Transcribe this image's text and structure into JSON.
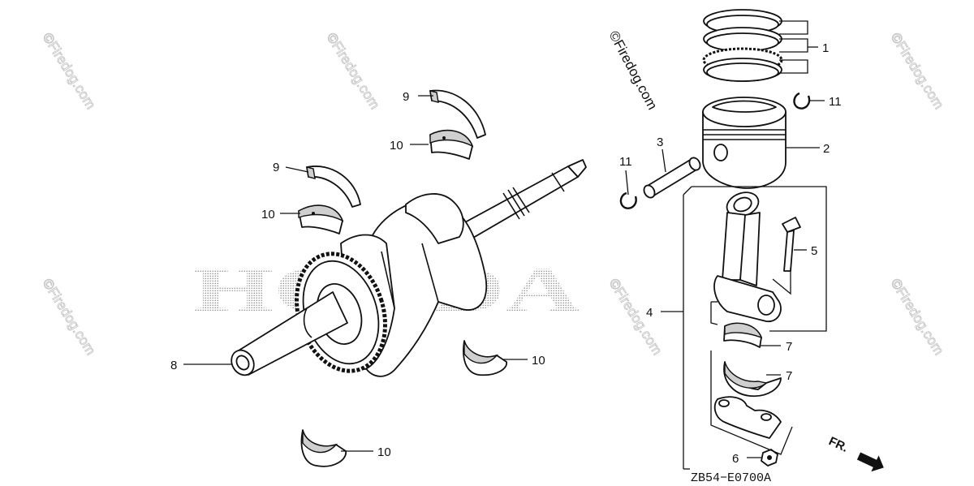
{
  "watermark": {
    "text": "©Firedog.com",
    "ghost_brand": "HONDA"
  },
  "brand_stamp": "©Firedog.com",
  "diagram_code": "ZB54−E0700A",
  "direction_label": "FR.",
  "callouts": {
    "piston_rings": "1",
    "piston": "2",
    "piston_pin": "3",
    "connecting_rod": "4",
    "rod_bolt": "5",
    "rod_nut": "6",
    "rod_bearing_upper": "7",
    "rod_bearing_lower": "7",
    "crankshaft": "8",
    "main_bearing_upper_a": "9",
    "main_bearing_upper_b": "9",
    "main_bearing_lower_a": "10",
    "main_bearing_lower_b": "10",
    "main_bearing_lower_c": "10",
    "main_bearing_lower_d": "10",
    "pin_clip_right": "11",
    "pin_clip_left": "11"
  }
}
